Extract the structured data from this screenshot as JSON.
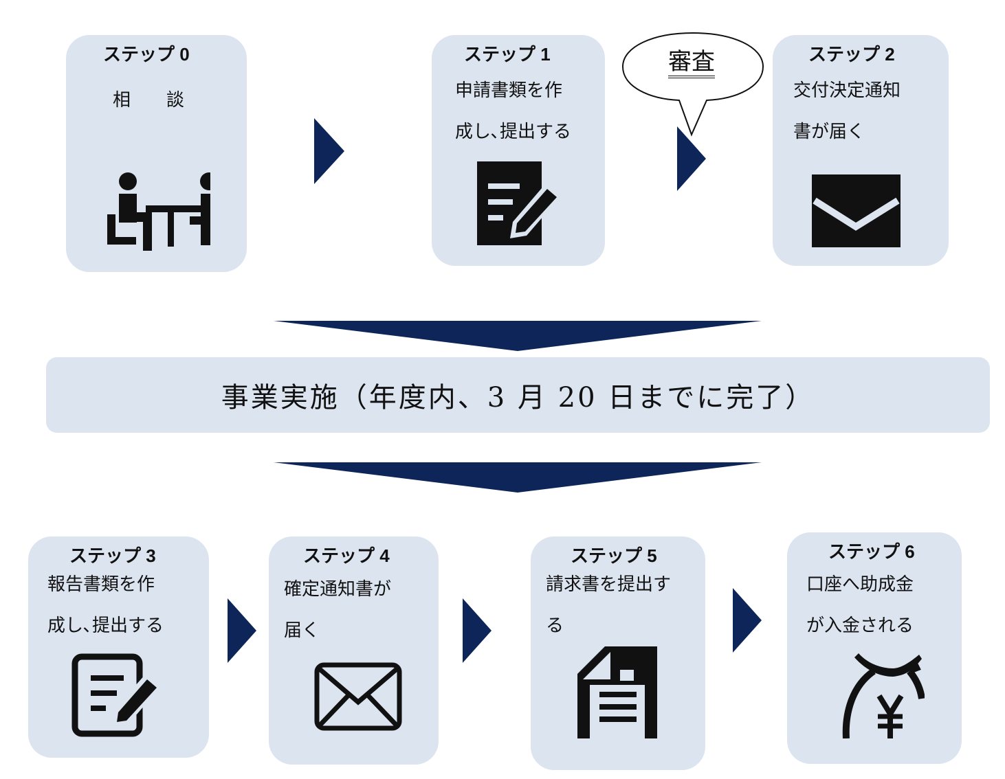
{
  "colors": {
    "card": "#dce4f0",
    "arrow": "#0d2559",
    "icon": "#111111"
  },
  "steps": [
    {
      "title": "ステップ 0",
      "lines": [
        "相　　談"
      ],
      "icon": "meeting-icon"
    },
    {
      "title": "ステップ 1",
      "lines": [
        "申請書類を作",
        "成し､提出する"
      ],
      "icon": "document-edit-icon"
    },
    {
      "title": "ステップ 2",
      "lines": [
        "交付決定通知",
        "書が届く"
      ],
      "icon": "envelope-solid-icon"
    },
    {
      "title": "ステップ 3",
      "lines": [
        "報告書類を作",
        "成し､提出する"
      ],
      "icon": "document-edit-outline-icon"
    },
    {
      "title": "ステップ 4",
      "lines": [
        "確定通知書が",
        "届く"
      ],
      "icon": "envelope-outline-icon"
    },
    {
      "title": "ステップ 5",
      "lines": [
        "請求書を提出す",
        "る"
      ],
      "icon": "invoice-icon"
    },
    {
      "title": "ステップ 6",
      "lines": [
        "口座へ助成金",
        "が入金される"
      ],
      "icon": "money-bag-yen-icon"
    }
  ],
  "review": {
    "label": "審査"
  },
  "banner": {
    "text": "事業実施（年度内、3 月 20 日までに完了）"
  }
}
